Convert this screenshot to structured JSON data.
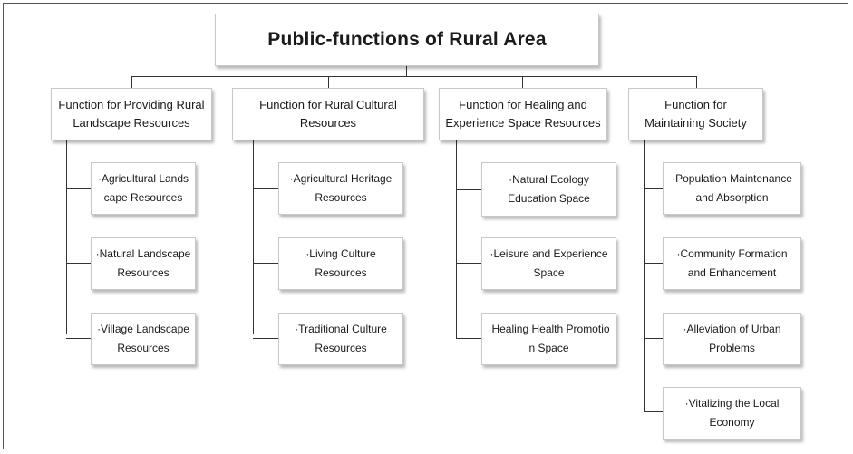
{
  "title": "Public-functions of Rural Area",
  "categories": [
    {
      "label": "Function for Providing Rural\nLandscape Resources",
      "items": [
        "·Agricultural Lands\ncape Resources",
        "·Natural Landscape\nResources",
        "·Village Landscape\nResources"
      ]
    },
    {
      "label": "Function for Rural Cultural\nResources",
      "items": [
        "·Agricultural Heritage\nResources",
        "·Living Culture\nResources",
        "·Traditional Culture\nResources"
      ]
    },
    {
      "label": "Function for Healing and\nExperience Space Resources",
      "items": [
        "·Natural Ecology\nEducation Space",
        "·Leisure and Experience\nSpace",
        "·Healing Health Promotio\nn Space"
      ]
    },
    {
      "label": "Function for\nMaintaining Society",
      "items": [
        "·Population Maintenance\nand Absorption",
        "·Community Formation\nand Enhancement",
        "·Alleviation of Urban\nProblems",
        "·Vitalizing the Local\nEconomy"
      ]
    }
  ]
}
